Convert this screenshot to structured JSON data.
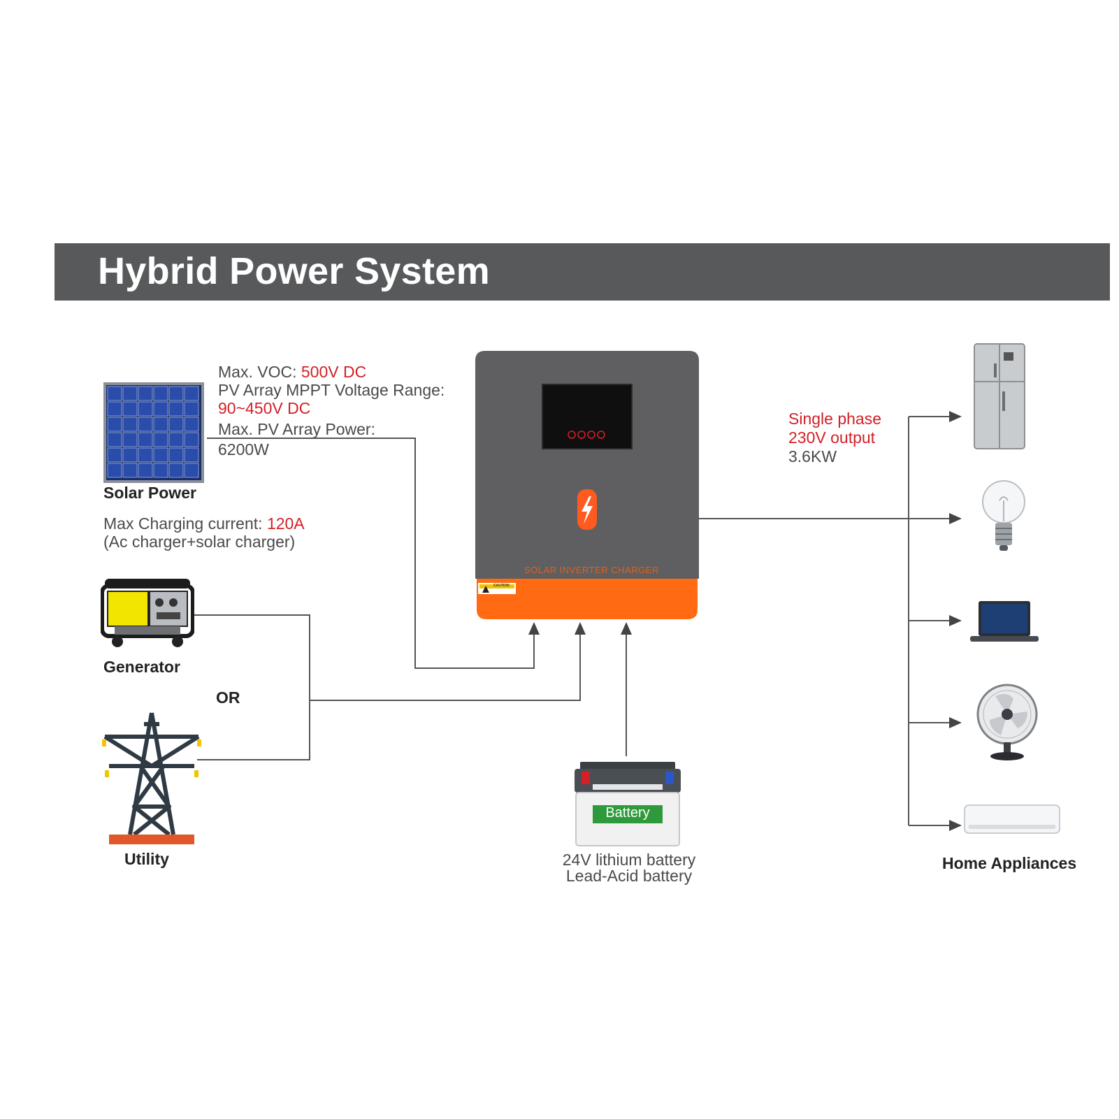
{
  "header": {
    "title": "Hybrid Power System"
  },
  "solar": {
    "label": "Solar Power",
    "max_voc_label": "Max. VOC: ",
    "max_voc_value": "500V DC",
    "mppt_range_label": "PV Array MPPT Voltage Range:",
    "mppt_range_value": "90~450V DC",
    "max_pv_power_label": "Max. PV Array Power:",
    "max_pv_power_value": "6200W"
  },
  "charging": {
    "label": "Max Charging current: ",
    "value": "120A",
    "note": "(Ac charger+solar charger)"
  },
  "generator": {
    "label": "Generator"
  },
  "or_label": "OR",
  "utility": {
    "label": "Utility"
  },
  "inverter": {
    "product_text": "SOLAR INVERTER CHARGER",
    "caution_text": "CAUTION"
  },
  "battery": {
    "badge": "Battery",
    "line1": "24V lithium battery",
    "line2": "Lead-Acid battery"
  },
  "output": {
    "line1": "Single phase",
    "line2": "230V output",
    "line3": "3.6KW"
  },
  "appliances": {
    "label": "Home Appliances",
    "items": [
      "refrigerator",
      "light-bulb",
      "laptop",
      "fan",
      "air-conditioner"
    ]
  },
  "colors": {
    "banner": "#58595b",
    "accent_red": "#d32027",
    "inverter_orange": "#ff6a13",
    "inverter_gray": "#5f5f61"
  }
}
